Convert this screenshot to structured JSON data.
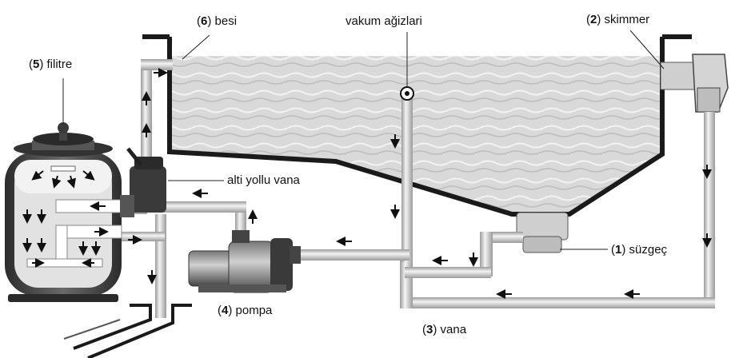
{
  "labels": {
    "besi": {
      "num": "6",
      "text": "besi"
    },
    "vakum": {
      "text": "vakum ağizlari"
    },
    "skimmer": {
      "num": "2",
      "text": "skimmer"
    },
    "filitre": {
      "num": "5",
      "text": "filitre"
    },
    "vana6": {
      "text": "alti yollu vana"
    },
    "suzgec": {
      "num": "1",
      "text": "süzgeç"
    },
    "pompa": {
      "num": "4",
      "text": "pompa"
    },
    "vana": {
      "num": "3",
      "text": "vana"
    }
  },
  "colors": {
    "water": "#dcdcdc",
    "wall": "#1a1a1a",
    "pipe": "#e6e6e6",
    "pipe_edge": "#8a8a8a",
    "filter_body": "#4a4a4a",
    "arrow": "#111111"
  },
  "icons": [
    "arrow-icon",
    "pump-icon",
    "filter-icon",
    "skimmer-icon",
    "drain-icon"
  ]
}
